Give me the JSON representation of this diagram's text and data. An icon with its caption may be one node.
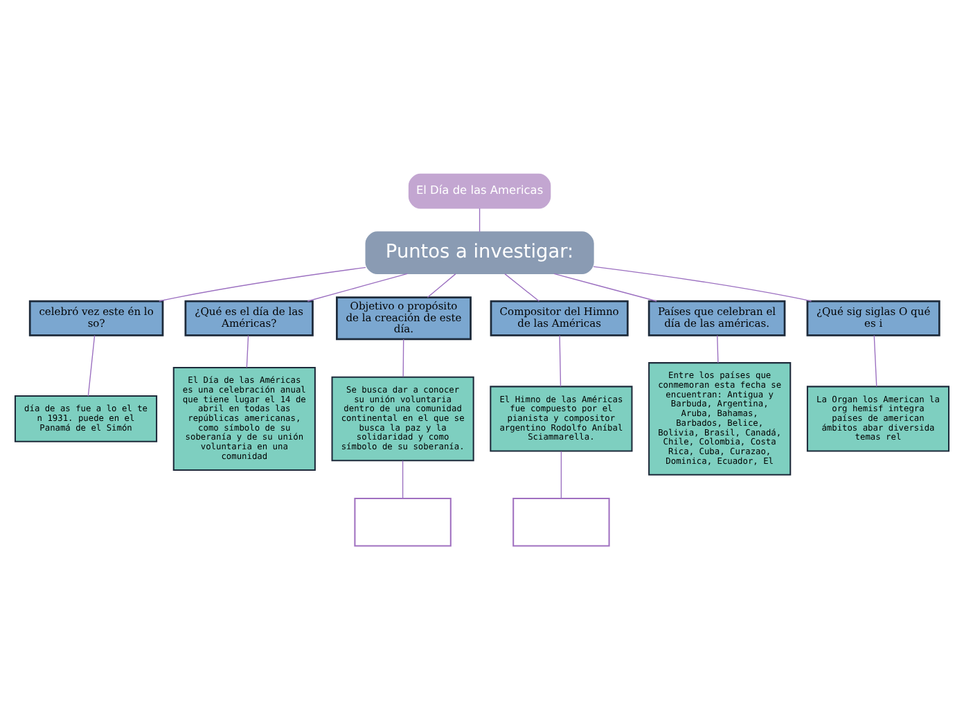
{
  "diagram": {
    "nodes": [
      {
        "text": [
          "El Día de las Americas"
        ]
      },
      {
        "text": [
          "Puntos a investigar:"
        ]
      },
      {
        "text": [
          "celebró vez este én lo so?"
        ]
      },
      {
        "text": [
          "día de as fue a lo el te n 1931. puede en el Panamá de el Simón"
        ]
      },
      {
        "text": [
          "¿Qué es el día de las Américas?"
        ]
      },
      {
        "text": [
          "El Día de las Américas es una celebración anual que tiene lugar el 14 de abril en todas las repúblicas americanas, como símbolo de su soberanía y de su unión voluntaria en una comunidad"
        ]
      },
      {
        "text": [
          "Objetivo o propósito de la creación de este día."
        ]
      },
      {
        "text": [
          "Se busca dar a conocer su unión voluntaria dentro de una comunidad continental en el que se busca la paz y la solidaridad y como símbolo de su soberanía."
        ]
      },
      {
        "text": [],
        "shape": "box"
      },
      {
        "text": [
          "Compositor del Himno de las Américas"
        ]
      },
      {
        "text": [
          "El Himno de las Américas fue compuesto por el pianista y compositor argentino Rodolfo Aníbal Sciammarella."
        ]
      },
      {
        "text": [],
        "shape": "box"
      },
      {
        "text": [
          "Países que celebran el día de las américas."
        ]
      },
      {
        "text": [
          "Entre los países que conmemoran esta fecha se encuentran: Antigua y Barbuda, Argentina, Aruba, Bahamas, Barbados, Belice, Bolivia, Brasil, Canadá, Chile, Colombia, Costa Rica, Cuba, Curazao, Dominica, Ecuador, El"
        ]
      },
      {
        "text": [
          "¿Qué sig siglas O qué es i"
        ]
      },
      {
        "text": [
          "La Organ los American la org hemisf integra países de american ámbitos abar diversida temas rel"
        ]
      }
    ],
    "edges": [
      {
        "from": 0,
        "to": 1,
        "arrow": "none"
      },
      {
        "from": 1,
        "to": 2,
        "arrow": "none"
      },
      {
        "from": 1,
        "to": 4,
        "arrow": "none"
      },
      {
        "from": 1,
        "to": 6,
        "arrow": "none"
      },
      {
        "from": 1,
        "to": 9,
        "arrow": "none"
      },
      {
        "from": 1,
        "to": 12,
        "arrow": "none"
      },
      {
        "from": 1,
        "to": 14,
        "arrow": "none"
      },
      {
        "from": 2,
        "to": 3,
        "arrow": "none"
      },
      {
        "from": 4,
        "to": 5,
        "arrow": "none"
      },
      {
        "from": 6,
        "to": 7,
        "arrow": "none"
      },
      {
        "from": 7,
        "to": 8,
        "arrow": "none"
      },
      {
        "from": 9,
        "to": 10,
        "arrow": "none"
      },
      {
        "from": 10,
        "to": 11,
        "arrow": "none"
      },
      {
        "from": 12,
        "to": 13,
        "arrow": "none"
      },
      {
        "from": 14,
        "to": 15,
        "arrow": "none"
      }
    ]
  }
}
